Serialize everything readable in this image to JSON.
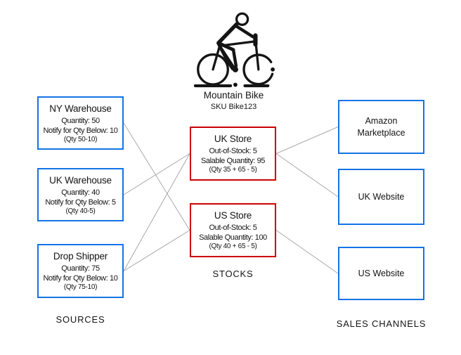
{
  "product": {
    "name": "Mountain Bike",
    "sku": "SKU Bike123",
    "icon": "bicycle-rider-icon"
  },
  "diagram": {
    "sources": {
      "label": "SOURCES",
      "items": {
        "ny_warehouse": {
          "title": "NY Warehouse",
          "quantity": "Quantity: 50",
          "notify": "Notify for Qty Below: 10",
          "note": "(Qty 50-10)"
        },
        "uk_warehouse": {
          "title": "UK Warehouse",
          "quantity": "Quantity: 40",
          "notify": "Notify for Qty Below: 5",
          "note": "(Qty 40-5)"
        },
        "drop_shipper": {
          "title": "Drop Shipper",
          "quantity": "Quantity: 75",
          "notify": "Notify for Qty Below: 10",
          "note": "(Qty 75-10)"
        }
      }
    },
    "stocks": {
      "label": "STOCKS",
      "items": {
        "uk_store": {
          "title": "UK Store",
          "out_of_stock": "Out-of-Stock: 5",
          "salable": "Salable Quantity: 95",
          "note": "(Qty 35 + 65 - 5)"
        },
        "us_store": {
          "title": "US Store",
          "out_of_stock": "Out-of-Stock: 5",
          "salable": "Salable Quantity: 100",
          "note": "(Qty 40 + 65 - 5)"
        }
      }
    },
    "sales_channels": {
      "label": "SALES CHANNELS",
      "items": {
        "amazon_marketplace": {
          "title": "Amazon Marketplace"
        },
        "uk_website": {
          "title": "UK Website"
        },
        "us_website": {
          "title": "US Website"
        }
      }
    },
    "connections": [
      {
        "from": "ny_warehouse",
        "to": "us_store"
      },
      {
        "from": "uk_warehouse",
        "to": "uk_store"
      },
      {
        "from": "drop_shipper",
        "to": "uk_store"
      },
      {
        "from": "drop_shipper",
        "to": "us_store"
      },
      {
        "from": "uk_store",
        "to": "amazon_marketplace"
      },
      {
        "from": "uk_store",
        "to": "uk_website"
      },
      {
        "from": "us_store",
        "to": "us_website"
      }
    ]
  },
  "colors": {
    "source_border": "#1473e6",
    "stock_border": "#cc0000",
    "channel_border": "#1473e6",
    "connector": "#a9a9a9",
    "icon": "#141414",
    "text": "#131313"
  }
}
